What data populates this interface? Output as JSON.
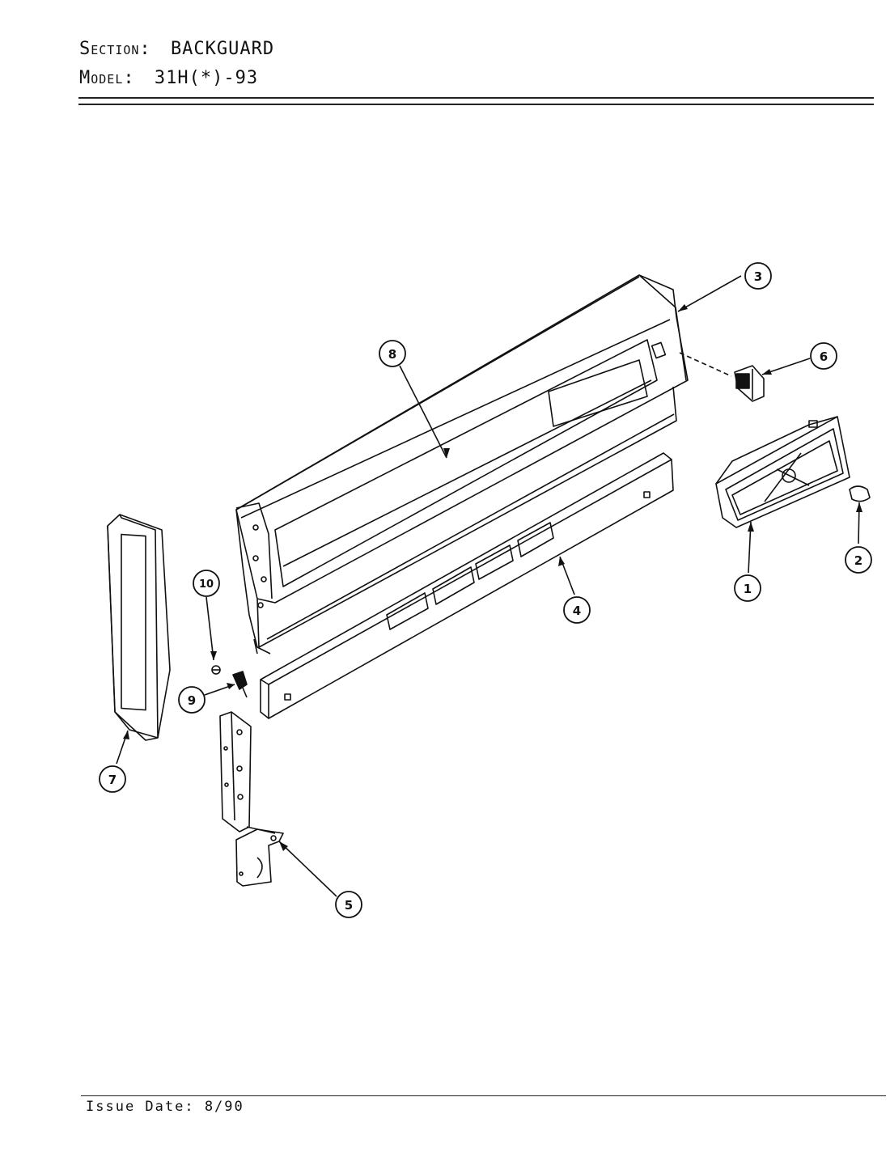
{
  "header": {
    "section_label": "Section:",
    "section_value": "BACKGUARD",
    "model_label": "Model:",
    "model_value": "31H(*)-93"
  },
  "callouts": [
    "1",
    "2",
    "3",
    "4",
    "5",
    "6",
    "7",
    "8",
    "9",
    "10"
  ],
  "footer": {
    "issue_date": "Issue Date: 8/90"
  }
}
